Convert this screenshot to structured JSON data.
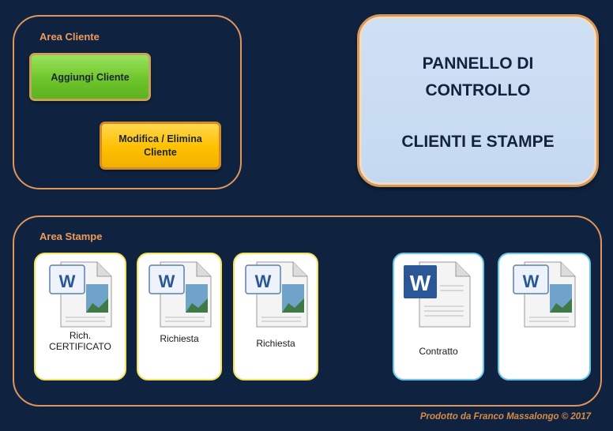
{
  "colors": {
    "background": "#0f2340",
    "frame_border": "#e0955a",
    "title_text": "#ed9a58",
    "green_button": "#6ec52b",
    "yellow_button": "#ffc000",
    "panel_fill": "#c6daf1",
    "word_blue": "#2b5797"
  },
  "area_cliente": {
    "title": "Area Cliente",
    "add_client_label": "Aggiungi Cliente",
    "edit_client_line1": "Modifica / Elimina",
    "edit_client_line2": "Cliente"
  },
  "panel": {
    "line1": "PANNELLO DI",
    "line2": "CONTROLLO",
    "line3": "CLIENTI E STAMPE"
  },
  "area_stampe": {
    "title": "Area Stampe",
    "documents": [
      {
        "icon": "word-document-icon",
        "label_line1": "Rich.",
        "label_line2": "CERTIFICATO"
      },
      {
        "icon": "word-document-icon",
        "label_line1": "Richiesta",
        "label_line2": ""
      },
      {
        "icon": "word-document-icon",
        "label_line1": "Richiesta",
        "label_line2": ""
      },
      {
        "icon": "word-document-icon",
        "label_line1": "Contratto",
        "label_line2": ""
      },
      {
        "icon": "word-document-icon",
        "label_line1": "",
        "label_line2": ""
      }
    ]
  },
  "footer": {
    "credit": "Prodotto da Franco Massalongo © 2017"
  }
}
